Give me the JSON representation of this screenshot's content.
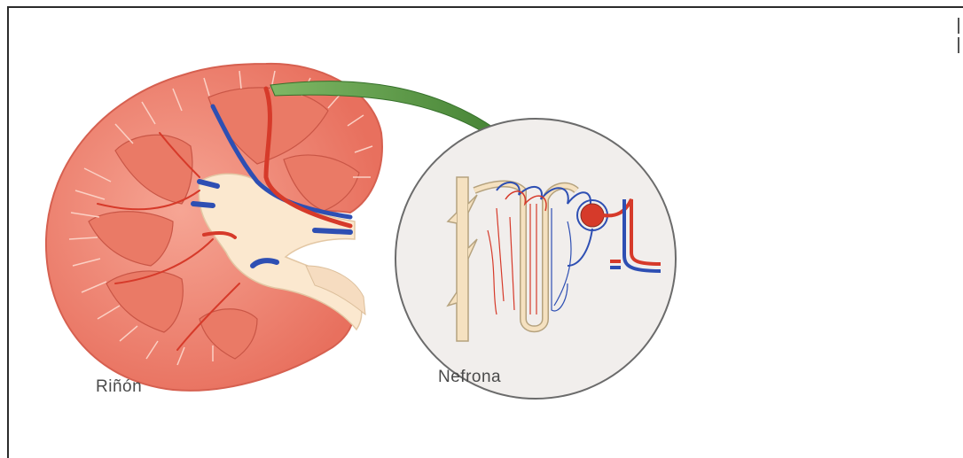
{
  "labels": {
    "kidney": "Riñón",
    "nephron": "Nefrona"
  },
  "icons": {
    "kidney": "kidney-cross-section-illustration",
    "nephron": "nephron-illustration",
    "arrow": "curved-arrow-icon"
  },
  "colors": {
    "cortex": "#f08a78",
    "medulla": "#e7705c",
    "pelvis": "#fbe8cf",
    "vein": "#2e4fb3",
    "artery": "#d63a2a",
    "arrow": "#4e8a3a",
    "border": "#2b2b2b"
  }
}
